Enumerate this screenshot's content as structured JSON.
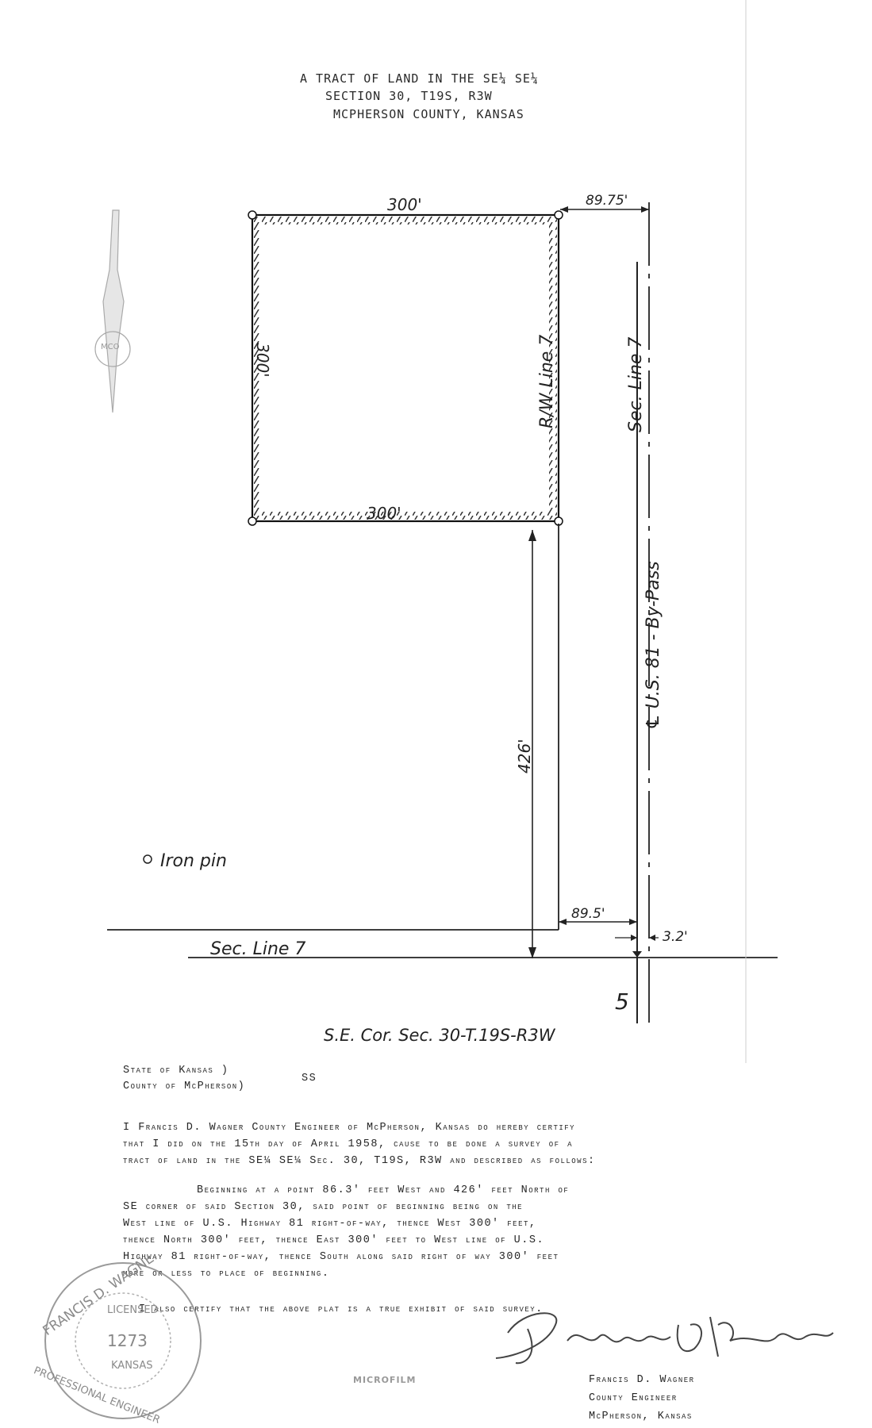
{
  "header": {
    "line1": "A TRACT OF LAND IN THE SE¼ SE¼",
    "line2": "SECTION 30, T19S, R3W",
    "line3": "MCPHERSON COUNTY, KANSAS"
  },
  "plat": {
    "top_dimension": "300'",
    "bottom_dimension": "300'",
    "left_dimension": "300'",
    "north_offset": "89.75'",
    "south_offset": "89.5'",
    "vertical_distance": "426'",
    "small_offset": "3.2'",
    "rw_line_label": "R/W Line 7",
    "sec_line_east_label": "Sec. Line 7",
    "sec_line_south_label": "Sec. Line 7",
    "highway_label": "℄ U.S. 81 - By-Pass",
    "iron_pin_label": "Iron pin",
    "corner_label": "S.E. Cor. Sec. 30-T.19S-R3W",
    "corner_mark": "5"
  },
  "certificate": {
    "state_line": "State of Kansas    )",
    "county_line": "County of McPherson)",
    "ss": "SS",
    "para1": [
      "I Francis D. Wagner County Engineer of McPherson, Kansas do hereby certify",
      "that I did on the 15th day of April 1958, cause to be done a survey of a",
      "tract of land in the SE¼ SE¼ Sec. 30, T19S, R3W and described as follows:"
    ],
    "para2": [
      "Beginning at a point 86.3' feet West and 426' feet North of",
      "SE corner of said Section 30, said point of beginning being on the",
      "West line of U.S. Highway 81 right-of-way, thence West 300' feet,",
      "thence North 300' feet, thence East 300' feet to West line of U.S.",
      "Highway 81 right-of-way, thence South along said right of way 300' feet",
      "more or less to place of beginning."
    ],
    "para3": "I also certify that the above plat is a true exhibit of said survey.",
    "signer_name": "Francis D. Wagner",
    "signer_title": "County Engineer",
    "signer_location": "McPherson, Kansas"
  },
  "seal": {
    "top_text": "FRANCIS D. WAGNER",
    "middle_text": "LICENSED",
    "number": "1273",
    "state": "KANSAS",
    "bottom_text": "PROFESSIONAL ENGINEER"
  },
  "stamp": {
    "microfilm": "MICROFILM"
  },
  "margin_stamp": {
    "initials": "MCO"
  }
}
